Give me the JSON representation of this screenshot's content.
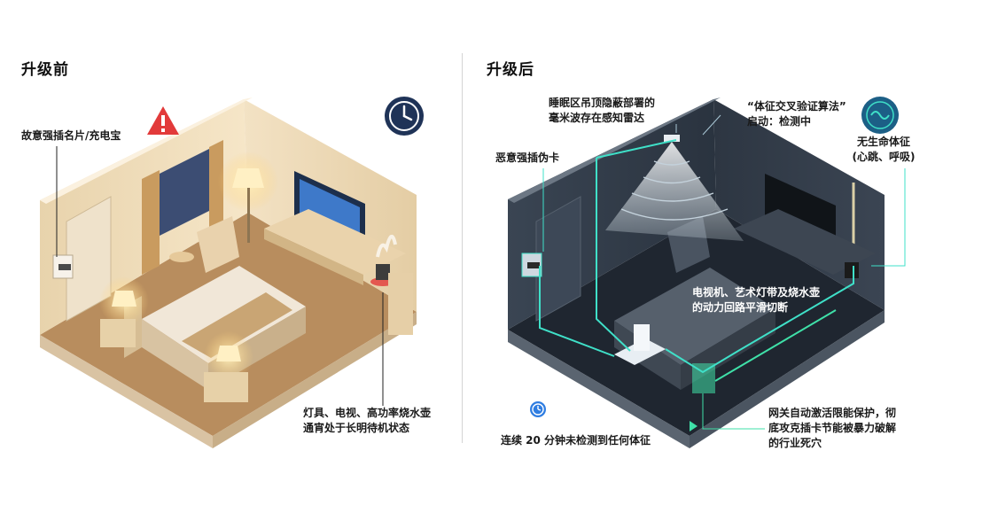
{
  "before": {
    "heading": "升级前",
    "card_callout": "故意强插名片/充电宝",
    "devices_callout": [
      "灯具、电视、高功率烧水壶",
      "通宵处于长明待机状态"
    ],
    "icons": [
      "warning-icon",
      "clock-icon"
    ]
  },
  "after": {
    "heading": "升级后",
    "radar_callout": [
      "睡眠区吊顶隐蔽部署的",
      "毫米波存在感知雷达"
    ],
    "algorithm_callout": [
      "“体征交叉验证算法”",
      "启动：检测中"
    ],
    "vitals_callout": [
      "无生命体征",
      "(心跳、呼吸)"
    ],
    "fake_card_callout": "恶意强插伪卡",
    "circuit_callout": [
      "电视机、艺术灯带及烧水壶",
      "的动力回路平滑切断"
    ],
    "gateway_callout": [
      "网关自动激活限能保护，彻",
      "底攻克插卡节能被暴力破解",
      "的行业死穴"
    ],
    "timeline_callout": "连续 20 分钟未检测到任何体征",
    "icons": [
      "radar-wave-icon",
      "clock-icon"
    ]
  },
  "colors": {
    "warm_wall": "#f1dfc0",
    "warm_floor": "#b58a5c",
    "dark_wall": "#2b3440",
    "dark_floor": "#1c232c",
    "circuit_line": "#3fe0c8",
    "warning_red": "#e23a3a",
    "clock_navy": "#1f3357",
    "timeline_blue": "#2f7de1"
  }
}
